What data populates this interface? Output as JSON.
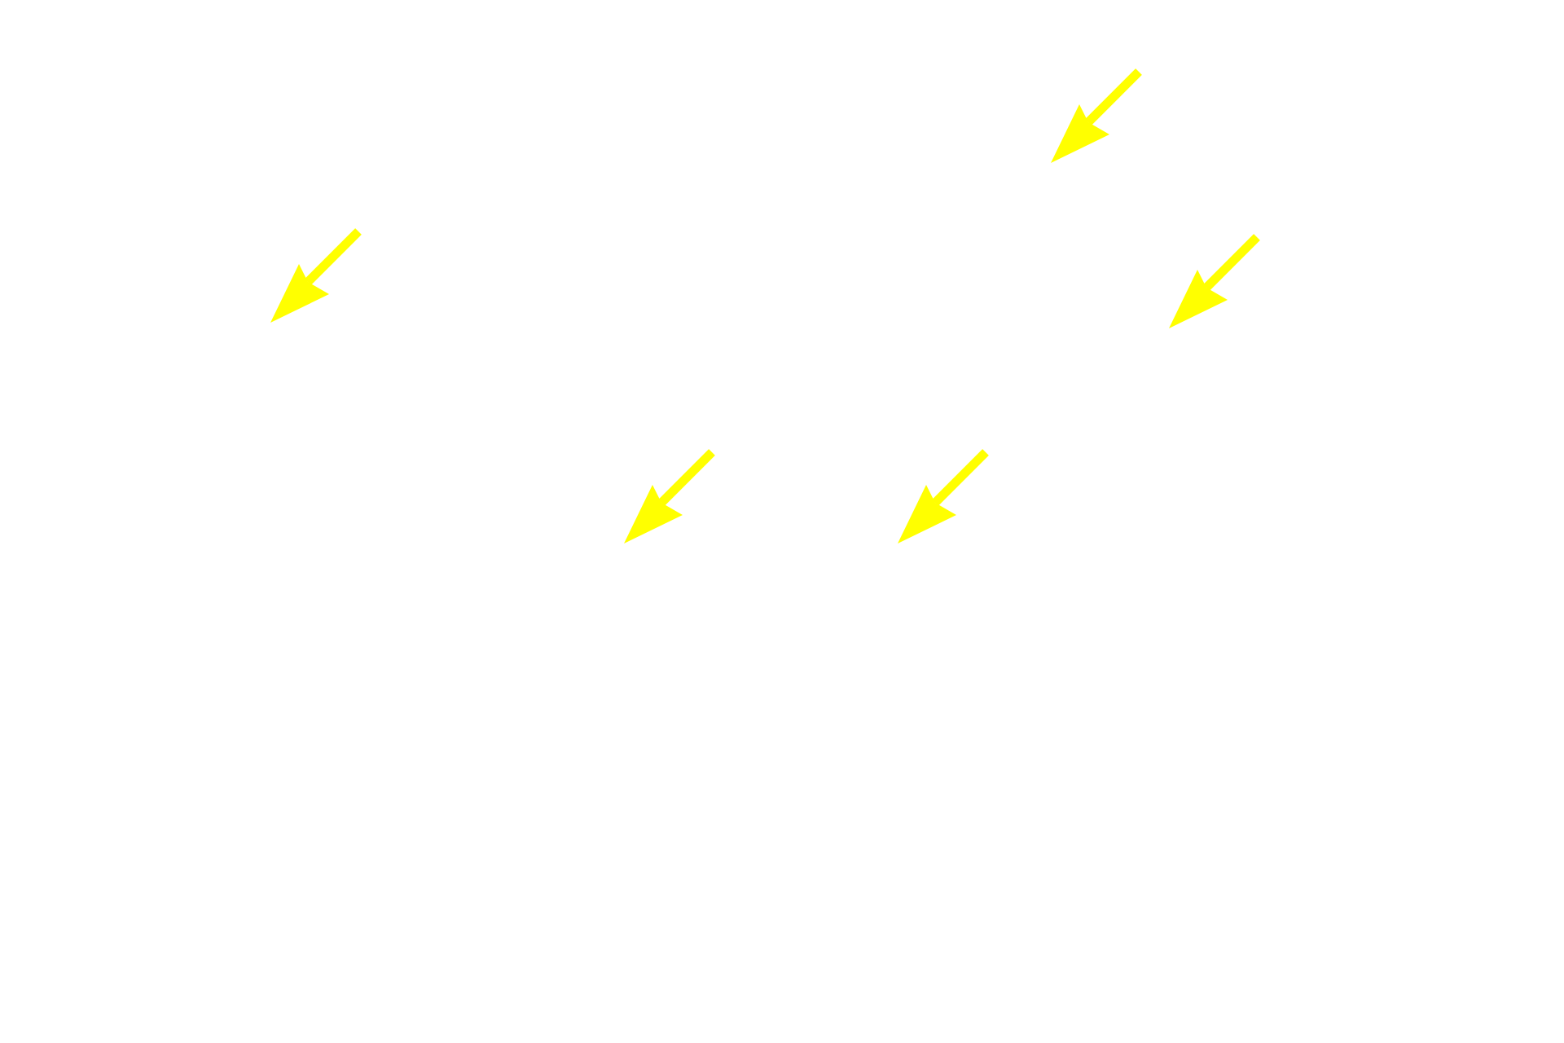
{
  "colors": {
    "background": "#ffffff",
    "arrow": "#ffff00"
  },
  "arrows": [
    {
      "id": "arrow-1",
      "icon": "arrow-down-left-icon",
      "direction": "down-left"
    },
    {
      "id": "arrow-2",
      "icon": "arrow-down-left-icon",
      "direction": "down-left"
    },
    {
      "id": "arrow-3",
      "icon": "arrow-down-left-icon",
      "direction": "down-left"
    },
    {
      "id": "arrow-4",
      "icon": "arrow-down-left-icon",
      "direction": "down-left"
    },
    {
      "id": "arrow-5",
      "icon": "arrow-down-left-icon",
      "direction": "down-left"
    }
  ]
}
